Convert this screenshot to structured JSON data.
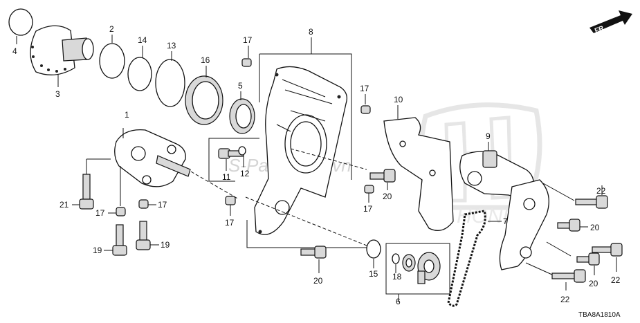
{
  "diagram": {
    "diagram_code": "TBA8A1810A",
    "front_indicator": "FR.",
    "watermark_text": "S-Parts.com.vn",
    "part_labels": {
      "p1": "1",
      "p2": "2",
      "p3": "3",
      "p4": "4",
      "p5": "5",
      "p6": "6",
      "p7": "7",
      "p8": "8",
      "p9": "9",
      "p10": "10",
      "p11": "11",
      "p12": "12",
      "p13": "13",
      "p14": "14",
      "p15": "15",
      "p16": "16",
      "p17a": "17",
      "p17b": "17",
      "p17c": "17",
      "p17d": "17",
      "p17e": "17",
      "p17f": "17",
      "p18": "18",
      "p19a": "19",
      "p19b": "19",
      "p20a": "20",
      "p20b": "20",
      "p20c": "20",
      "p20d": "20",
      "p21": "21",
      "p22a": "22",
      "p22b": "22",
      "p22c": "22"
    }
  }
}
